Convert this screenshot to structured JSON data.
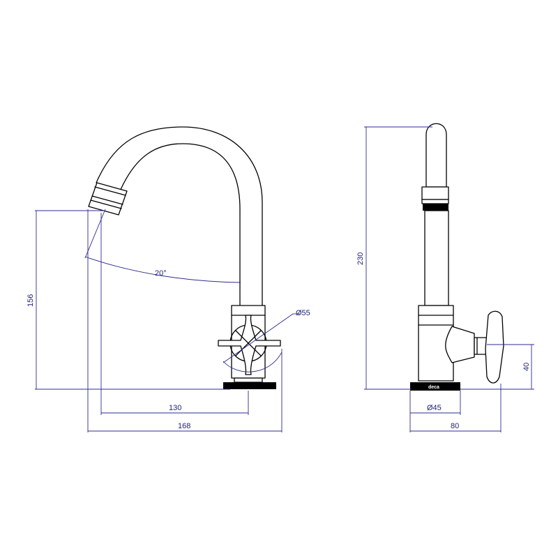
{
  "dimensions": {
    "angle": "20°",
    "height_outlet": "156",
    "handle_diameter": "Ø55",
    "reach_spout": "130",
    "overall_width": "168",
    "overall_height": "230",
    "base_diameter": "Ø45",
    "handle_height": "40",
    "base_depth": "80"
  },
  "brand_label": "deca",
  "colors": {
    "outline": "#000000",
    "dimension": "#2b2b8f"
  }
}
